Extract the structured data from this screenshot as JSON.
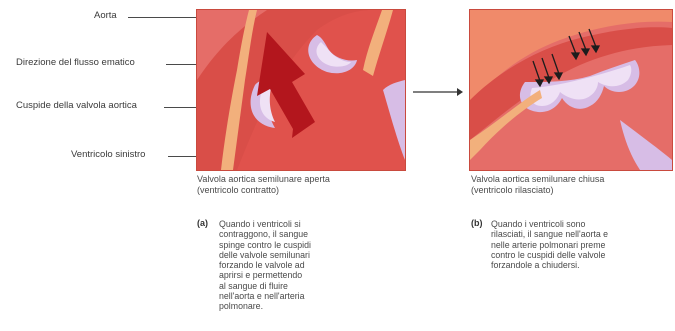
{
  "labels": {
    "aorta": "Aorta",
    "flow_direction": "Direzione del flusso ematico",
    "cusp": "Cuspide della valvola aortica",
    "ventricle": "Ventricolo sinistro"
  },
  "panel_a": {
    "caption_line1": "Valvola aortica semilunare aperta",
    "caption_line2": "(ventricolo contratto)",
    "tag": "(a)",
    "description": [
      "Quando i ventricoli si",
      "contraggono, il sangue",
      "spinge contro le cuspidi",
      "delle valvole semilunari",
      "forzando le valvole ad",
      "aprirsi e permettendo",
      "al sangue di fluire",
      "nell'aorta e nell'arteria",
      "polmonare."
    ]
  },
  "panel_b": {
    "caption_line1": "Valvola aortica semilunare chiusa",
    "caption_line2": "(ventricolo rilasciato)",
    "tag": "(b)",
    "description": [
      "Quando i ventricoli sono",
      "rilasciati, il sangue nell'aorta e",
      "nelle arterie polmonari preme",
      "contro le cuspidi delle valvole",
      "forzandole a chiudersi."
    ]
  },
  "colors": {
    "tissue": "#e8706a",
    "vessel": "#d9433d",
    "wall": "#f2b07c",
    "cusp": "#c9a7d8",
    "arrow": "#b3161d"
  }
}
